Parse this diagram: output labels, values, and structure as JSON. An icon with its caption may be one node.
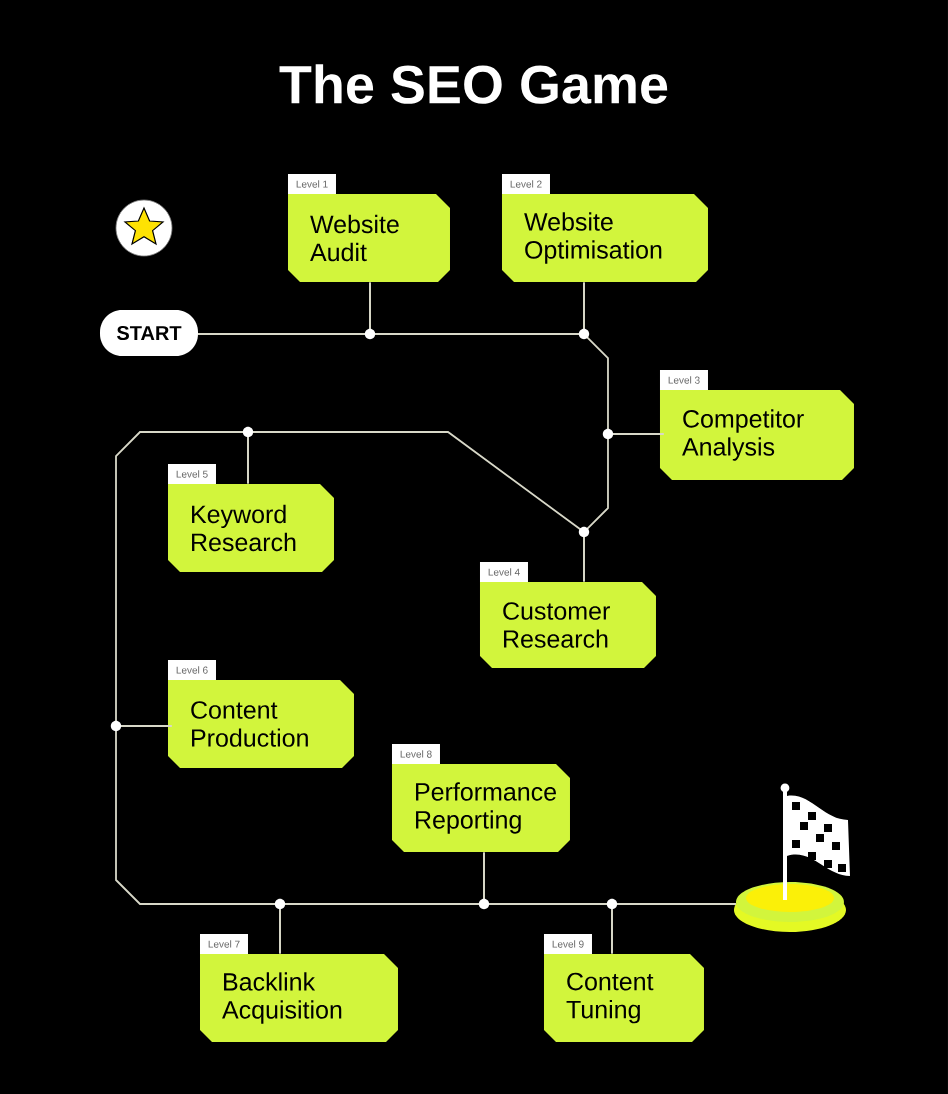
{
  "diagram": {
    "title": "The SEO Game",
    "nodes": [
      {
        "text": [
          "START"
        ]
      },
      {
        "text": [
          "Level 1",
          "Website Audit"
        ]
      },
      {
        "text": [
          "Level 2",
          "Website Optimisation"
        ]
      },
      {
        "text": [
          "Level 3",
          "Competitor Analysis"
        ]
      },
      {
        "text": [
          "Level 4",
          "Customer Research"
        ]
      },
      {
        "text": [
          "Level 5",
          "Keyword Research"
        ]
      },
      {
        "text": [
          "Level 6",
          "Content Production"
        ]
      },
      {
        "text": [
          "Level 7",
          "Backlink Acquisition"
        ]
      },
      {
        "text": [
          "Level 8",
          "Performance Reporting"
        ]
      },
      {
        "text": [
          "Level 9",
          "Content Tuning"
        ]
      },
      {
        "text": [],
        "shape": "picture"
      }
    ],
    "edges": [
      {
        "from": 0,
        "to": 1,
        "arrow": "none"
      },
      {
        "from": 1,
        "to": 2,
        "arrow": "none"
      },
      {
        "from": 2,
        "to": 3,
        "arrow": "none"
      },
      {
        "from": 3,
        "to": 4,
        "arrow": "none"
      },
      {
        "from": 4,
        "to": 5,
        "arrow": "none"
      },
      {
        "from": 5,
        "to": 6,
        "arrow": "none"
      },
      {
        "from": 6,
        "to": 7,
        "arrow": "none"
      },
      {
        "from": 7,
        "to": 8,
        "arrow": "none"
      },
      {
        "from": 8,
        "to": 9,
        "arrow": "none"
      },
      {
        "from": 9,
        "to": 10,
        "arrow": "none"
      }
    ]
  }
}
